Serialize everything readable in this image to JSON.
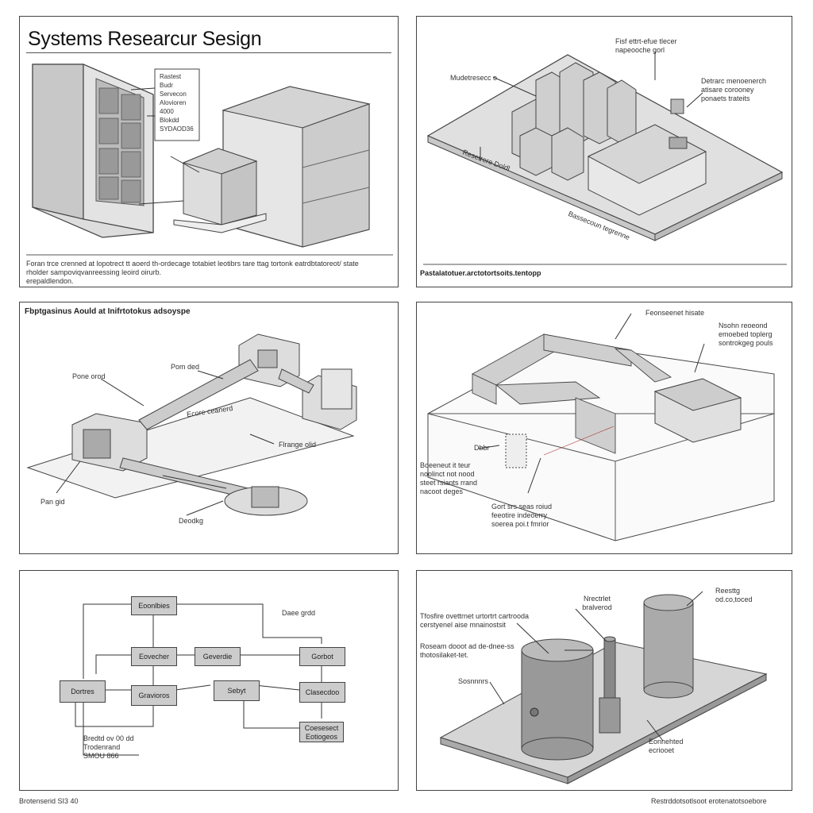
{
  "panel1": {
    "title": "Systems Researcur Sesign",
    "callout": "Rastest\nBudr\nServecon\nAlovioren\n4000\nBlokdd\nSYDAOD36",
    "caption": "Foran trce crenned at lopotrect tt aoerd th-ordecage totabiet leotibrs tare ttag tortonk eatrdbtatoreot/ state\nrholder sampoviqvanreessing leoird oirurb.\nerepaldlendon."
  },
  "panel2": {
    "label_top": "Fisf ettrt-efue tlecer\nnapeooche gorl",
    "label_left": "Mudetresecc o",
    "label_right": "Detrarc menoenerch\natisare corooney\nponaets trateits",
    "label_bottom_left": "Resetrere Doldl",
    "label_bottom": "Bassecoun tegrenne",
    "caption": "Pastalatotuer.arctotortsoits.tentopp"
  },
  "panel3": {
    "title": "Fbptgasinus Aould at Inifrtotokus adsoyspe",
    "label_pom": "Pom ded",
    "label_pone": "Pone orod",
    "label_center": "Ecore ceanerd",
    "label_range": "Flrange olid",
    "label_pan": "Pan gid",
    "label_dock": "Deodkg"
  },
  "panel4": {
    "label_top": "Feonseenet hisate",
    "label_right": "Nsohn reoeond\nemoebed toplerg\nsontrokgeg pouls",
    "label_dbb": "Dbbr",
    "label_left": "Boeeneut it teur\nnoolinct not nood\nsteet rsiants rrand\nnacoot deges",
    "label_bottom": "Gort srs seas roiud\nfeeotire indeoerry\nsoerea poi.t fmrior"
  },
  "panel5": {
    "box_top": "Eoonlbies",
    "box_left": "Dortres",
    "box_ee": "Eovecher",
    "box_ge": "Geverdie",
    "box_gr": "Gravioros",
    "box_seby": "Sebyt",
    "box_gr2": "Gorbot",
    "box_cl": "Clasecdoo",
    "box_cn": "Coesesect\nEotiogeos",
    "label_data": "Daee grdd",
    "label_bottom": "Bredtd ov 00 dd\nTrodenrand\nSMOU 866",
    "footer": "Brotenserid SI3 40"
  },
  "panel6": {
    "label_heading": "Tfosfire ovettrnet urtortrt cartrooda\ncerstyenel aise mnainostsit",
    "label_sub": "Roseam dooot ad de-dnee-ss\nthotosilaket-tet.",
    "label_nec": "Nrectrlet\nbralverod",
    "label_res": "Reesttg\nod.co,toced",
    "label_sor": "Sosnnnrs",
    "label_con": "Eonnehted\necriooet",
    "footer": "Restrddotsotlsoot erotenatotsoebore"
  }
}
